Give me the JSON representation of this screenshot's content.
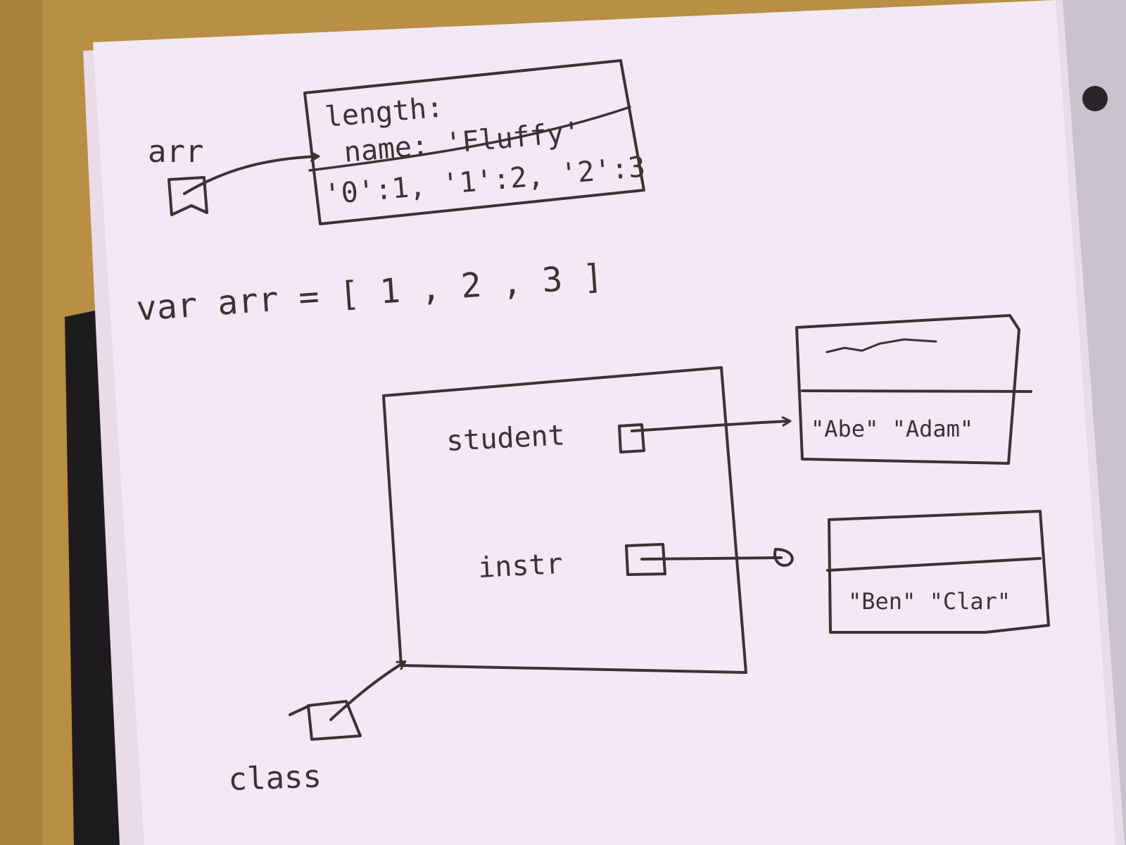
{
  "array_diagram": {
    "variable_label": "arr",
    "object_props": {
      "length_line": "length:",
      "name_line": "name: 'Fluffy'"
    },
    "elements_line": "'0':1, '1':2, '2':3"
  },
  "code_line": "var arr = [ 1 , 2 , 3 ]",
  "class_diagram": {
    "variable_label": "class",
    "fields": {
      "student": "student",
      "instr": "instr"
    },
    "student_array": {
      "values": "\"Abe\" \"Adam\""
    },
    "instr_array": {
      "values": "\"Ben\" \"Clar\""
    }
  },
  "colors": {
    "table": "#b98e45",
    "paper": "#f2e9f4",
    "ink": "#3c3232",
    "binder": "#1e1b1e"
  }
}
